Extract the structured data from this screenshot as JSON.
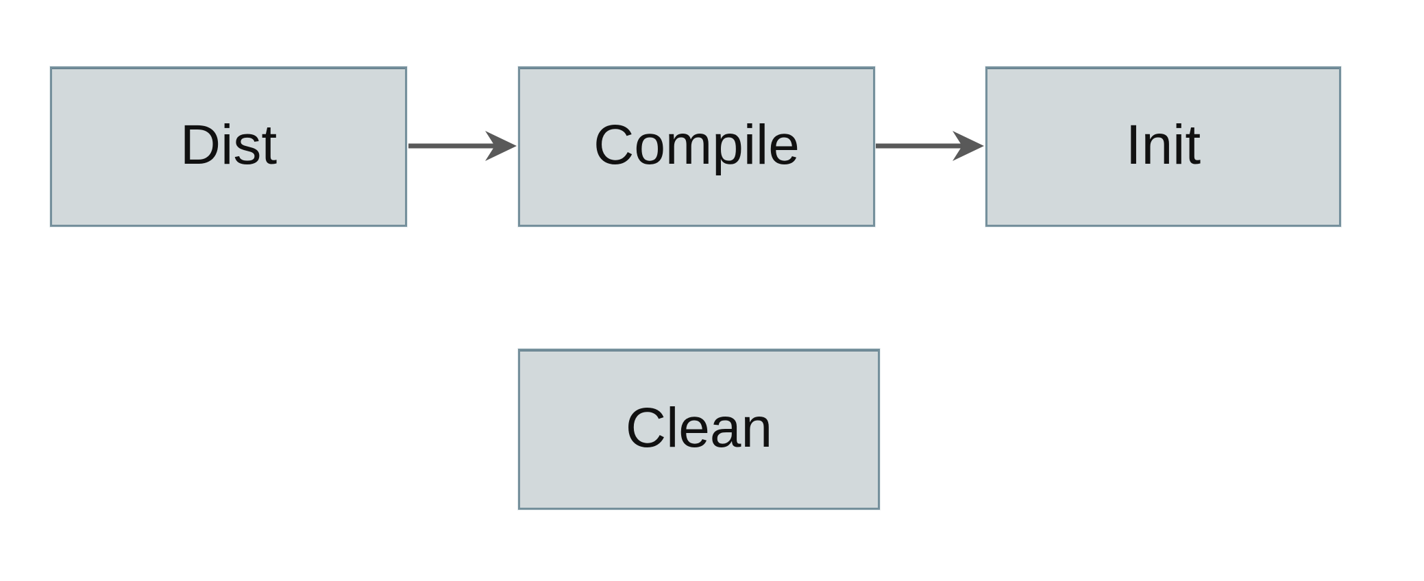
{
  "diagram": {
    "type": "flowchart",
    "background_color": "#ffffff",
    "node_fill_color": "#d2d9db",
    "node_border_color": "#75909c",
    "arrow_color": "#595959",
    "text_color": "#111111",
    "nodes": [
      {
        "id": "dist",
        "label": "Dist",
        "row": 1
      },
      {
        "id": "compile",
        "label": "Compile",
        "row": 1
      },
      {
        "id": "init",
        "label": "Init",
        "row": 1
      },
      {
        "id": "clean",
        "label": "Clean",
        "row": 2
      }
    ],
    "edges": [
      {
        "from": "Dist",
        "to": "Compile",
        "style": "solid-arrow"
      },
      {
        "from": "Compile",
        "to": "Init",
        "style": "solid-arrow"
      }
    ]
  }
}
